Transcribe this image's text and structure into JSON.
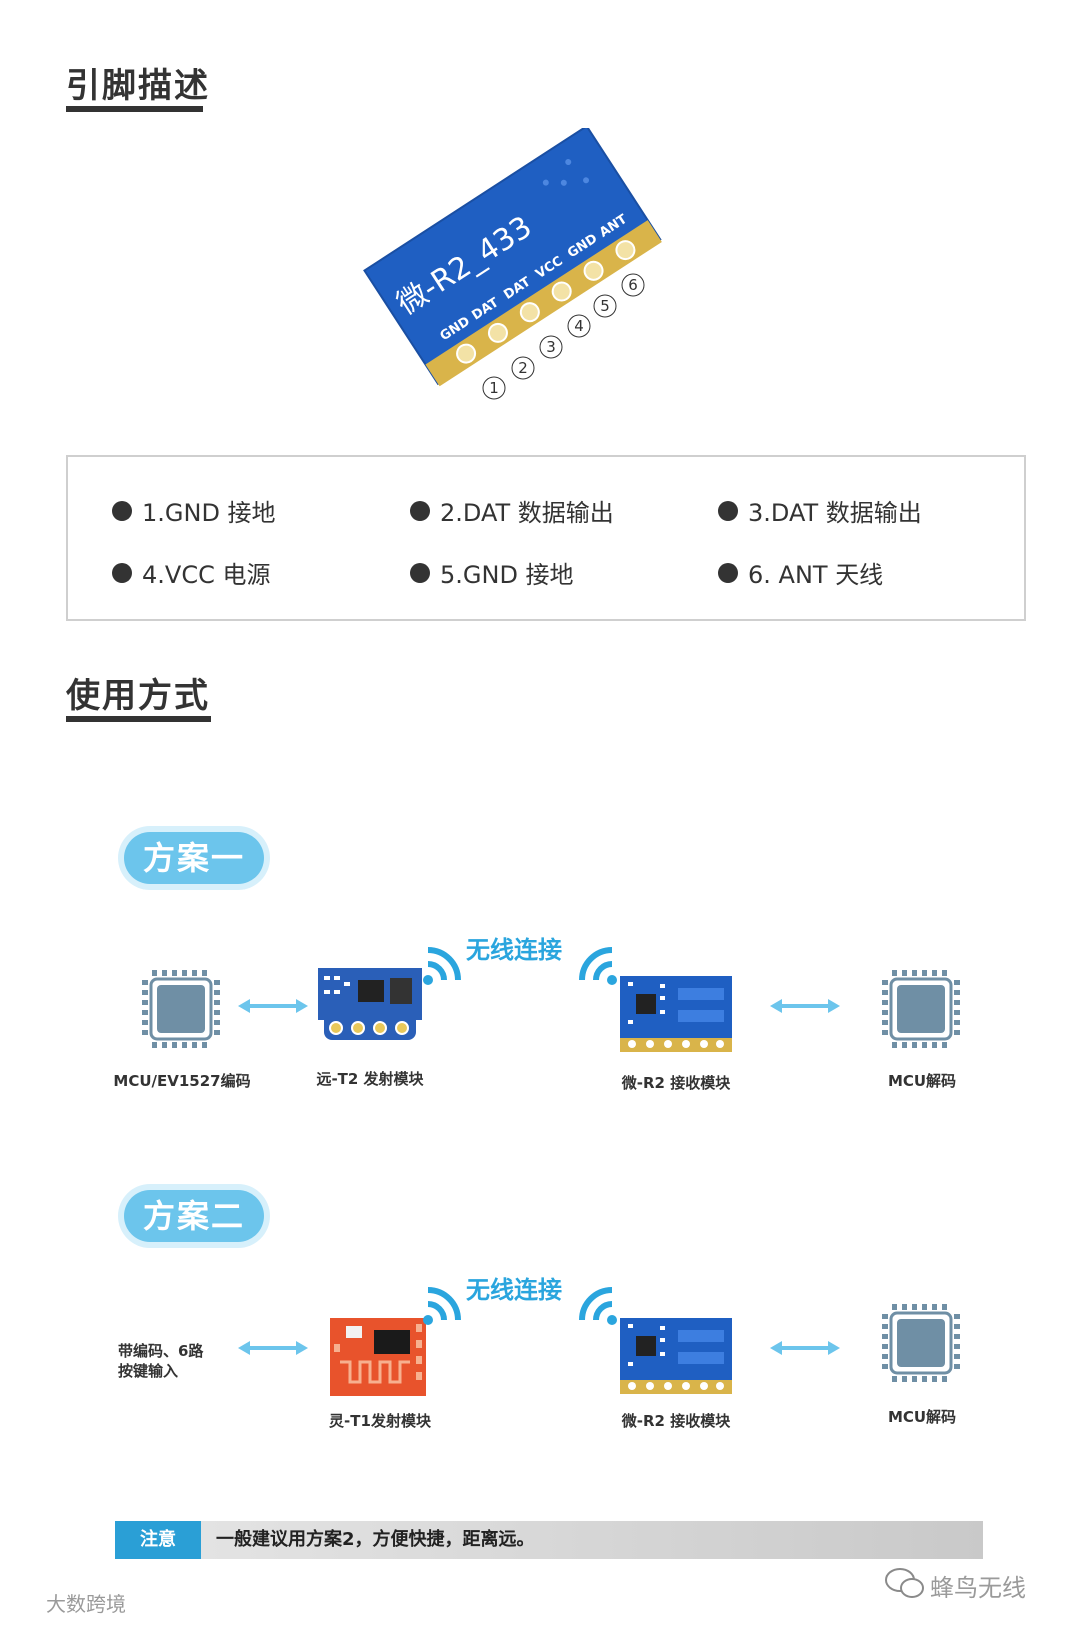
{
  "pin_section": {
    "title": "引脚描述",
    "module_label": "微-R2_433",
    "pin_silk": [
      "GND",
      "DAT",
      "DAT",
      "VCC",
      "GND",
      "ANT"
    ],
    "pin_numbers": [
      "1",
      "2",
      "3",
      "4",
      "5",
      "6"
    ],
    "pins": [
      "1.GND 接地",
      "2.DAT 数据输出",
      "3.DAT 数据输出",
      "4.VCC 电源",
      "5.GND 接地",
      "6. ANT 天线"
    ]
  },
  "usage_section": {
    "title": "使用方式",
    "schemes": [
      {
        "badge": "方案一",
        "wireless": "无线连接",
        "source": "MCU/EV1527编码",
        "transmitter": "远-T2 发射模块",
        "receiver": "微-R2 接收模块",
        "decoder": "MCU解码"
      },
      {
        "badge": "方案二",
        "wireless": "无线连接",
        "source_line1": "带编码、6路",
        "source_line2": "按键输入",
        "transmitter": "灵-T1发射模块",
        "receiver": "微-R2 接收模块",
        "decoder": "MCU解码"
      }
    ]
  },
  "note": {
    "tag": "注意",
    "text": "一般建议用方案2，方便快捷，距离远。"
  },
  "watermarks": {
    "left": "大数跨境",
    "right": "蜂鸟无线"
  },
  "colors": {
    "accent_blue": "#2a9fd6",
    "pill_blue": "#6cc5ec",
    "pcb_blue": "#1f5fc2",
    "pcb_red": "#e8532c",
    "chip_gray": "#6f8fa5"
  }
}
